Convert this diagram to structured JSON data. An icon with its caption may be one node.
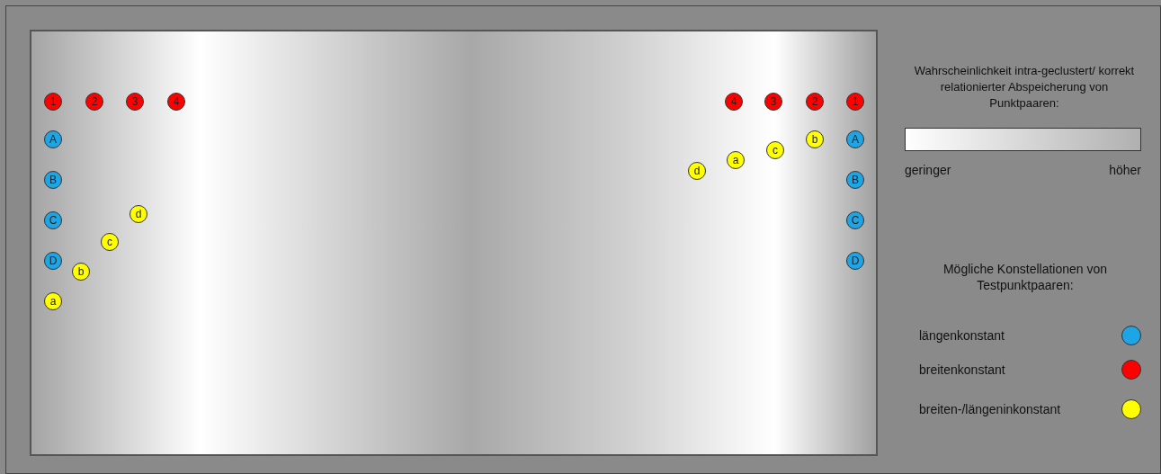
{
  "diagram": {
    "nodes": [
      {
        "text": [
          "1"
        ]
      },
      {
        "text": [
          "2"
        ]
      },
      {
        "text": [
          "3"
        ]
      },
      {
        "text": [
          "4"
        ]
      },
      {
        "text": [
          "A"
        ]
      },
      {
        "text": [
          "B"
        ]
      },
      {
        "text": [
          "C"
        ]
      },
      {
        "text": [
          "D"
        ]
      },
      {
        "text": [
          "d"
        ]
      },
      {
        "text": [
          "c"
        ]
      },
      {
        "text": [
          "b"
        ]
      },
      {
        "text": [
          "a"
        ]
      },
      {
        "text": [
          "4"
        ]
      },
      {
        "text": [
          "3"
        ]
      },
      {
        "text": [
          "2"
        ]
      },
      {
        "text": [
          "1"
        ]
      },
      {
        "text": [
          "b"
        ]
      },
      {
        "text": [
          "A"
        ]
      },
      {
        "text": [
          "c"
        ]
      },
      {
        "text": [
          "a"
        ]
      },
      {
        "text": [
          "d"
        ]
      },
      {
        "text": [
          "B"
        ]
      },
      {
        "text": [
          "C"
        ]
      },
      {
        "text": [
          "D"
        ]
      },
      {
        "text": [],
        "shape": "bar"
      }
    ],
    "labels": [
      "Wahrscheinlichkeit intra-geclustert/ korrekt relationierter Abspeicherung von Punktpaaren:",
      "geringer",
      "höher",
      "Mögliche Konstellationen von Testpunktpaaren:"
    ],
    "legend": [
      {
        "text": "längenkonstant",
        "color": "#1ea5e6"
      },
      {
        "text": "breitenkonstant",
        "color": "#ff0000"
      },
      {
        "text": "breiten-/längeninkonstant",
        "color": "#ffff00"
      }
    ]
  }
}
